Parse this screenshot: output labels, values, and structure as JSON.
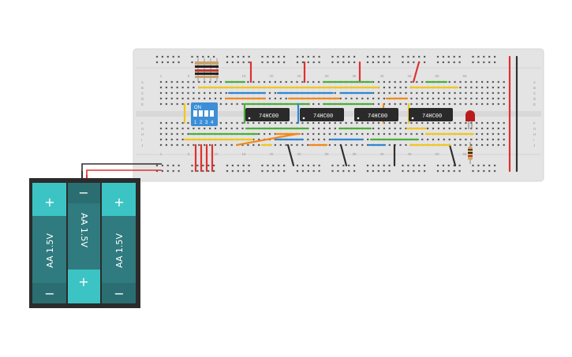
{
  "canvas": {
    "background": "#ffffff",
    "breadboard_color": "#e4e4e4",
    "rail_positive_color": "#d62a2a",
    "rail_negative_color": "#222222"
  },
  "breadboard": {
    "row_letters_top": [
      "A",
      "B",
      "C",
      "D",
      "E"
    ],
    "row_letters_bottom": [
      "F",
      "G",
      "H",
      "I",
      "J"
    ],
    "column_numbers": [
      "1",
      "5",
      "10",
      "15",
      "20",
      "25",
      "30",
      "35",
      "40",
      "45",
      "50",
      "55"
    ]
  },
  "chips": [
    {
      "label": "74HC00"
    },
    {
      "label": "74HC00"
    },
    {
      "label": "74HC00"
    },
    {
      "label": "74HC00"
    }
  ],
  "dip_switch": {
    "header": "ON",
    "numbers": [
      "1",
      "2",
      "3",
      "4"
    ],
    "color": "#3c8fd6"
  },
  "led": {
    "color": "#b81d1d"
  },
  "battery_pack": {
    "cells": [
      {
        "label": "AA 1.5V",
        "top_symbol": "+",
        "bottom_symbol": "−"
      },
      {
        "label": "AA 1.5V",
        "top_symbol": "−",
        "bottom_symbol": "+"
      },
      {
        "label": "AA 1.5V",
        "top_symbol": "+",
        "bottom_symbol": "−"
      }
    ],
    "case_color": "#2b2b2b",
    "cell_color": "#2f7b7f",
    "terminal_color": "#3cc4c4"
  },
  "wire_colors": {
    "red": "#e03030",
    "black": "#303030",
    "yellow": "#f2c61f",
    "green": "#4caf3a",
    "blue": "#2f86d6",
    "orange": "#f08a1c"
  }
}
